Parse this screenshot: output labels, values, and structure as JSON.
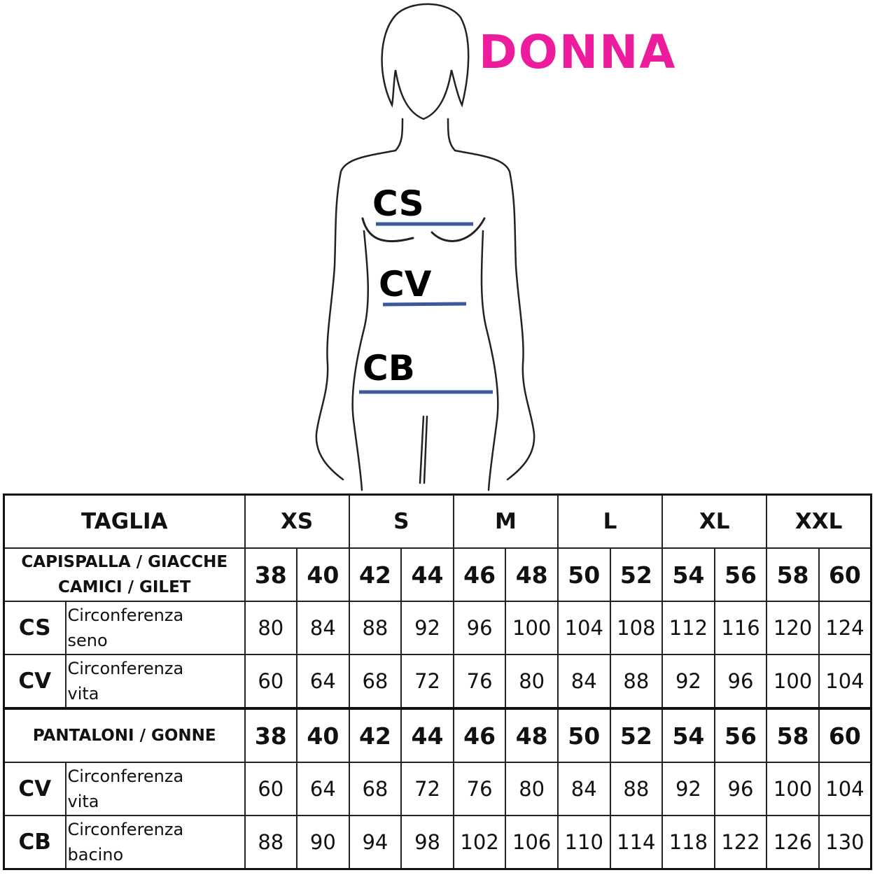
{
  "title": "DONNA",
  "figure_labels": [
    "CS",
    "CV",
    "CB"
  ],
  "colors": {
    "title": "#ec1c9c",
    "measure_line": "#3a5a9c"
  },
  "table": {
    "taglia_label": "TAGLIA",
    "size_groups": [
      "XS",
      "S",
      "M",
      "L",
      "XL",
      "XXL"
    ],
    "section1": {
      "category_line1": "CAPISPALLA / GIACCHE",
      "category_line2": "CAMICI / GILET",
      "sizes": [
        "38",
        "40",
        "42",
        "44",
        "46",
        "48",
        "50",
        "52",
        "54",
        "56",
        "58",
        "60"
      ],
      "rows": [
        {
          "code": "CS",
          "desc_line1": "Circonferenza",
          "desc_line2": "seno",
          "values": [
            "80",
            "84",
            "88",
            "92",
            "96",
            "100",
            "104",
            "108",
            "112",
            "116",
            "120",
            "124"
          ]
        },
        {
          "code": "CV",
          "desc_line1": "Circonferenza",
          "desc_line2": "vita",
          "values": [
            "60",
            "64",
            "68",
            "72",
            "76",
            "80",
            "84",
            "88",
            "92",
            "96",
            "100",
            "104"
          ]
        }
      ]
    },
    "section2": {
      "category": "PANTALONI / GONNE",
      "sizes": [
        "38",
        "40",
        "42",
        "44",
        "46",
        "48",
        "50",
        "52",
        "54",
        "56",
        "58",
        "60"
      ],
      "rows": [
        {
          "code": "CV",
          "desc_line1": "Circonferenza",
          "desc_line2": "vita",
          "values": [
            "60",
            "64",
            "68",
            "72",
            "76",
            "80",
            "84",
            "88",
            "92",
            "96",
            "100",
            "104"
          ]
        },
        {
          "code": "CB",
          "desc_line1": "Circonferenza",
          "desc_line2": "bacino",
          "values": [
            "88",
            "90",
            "94",
            "98",
            "102",
            "106",
            "110",
            "114",
            "118",
            "122",
            "126",
            "130"
          ]
        }
      ]
    }
  }
}
